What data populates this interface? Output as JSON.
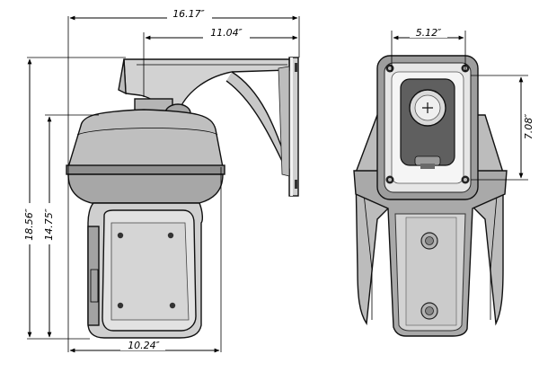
{
  "dimensions": {
    "overall_width": "16.17″",
    "arm_length": "11.04″",
    "overall_height": "18.56″",
    "camera_height": "14.75″",
    "base_width": "10.24″",
    "front_width": "5.12″",
    "front_height": "7.08″"
  }
}
